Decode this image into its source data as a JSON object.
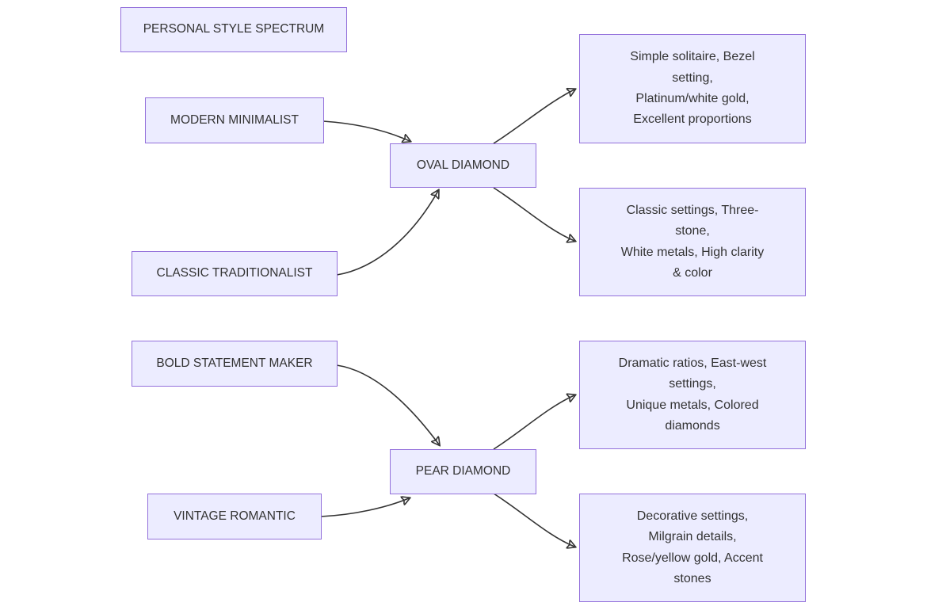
{
  "diagram": {
    "title": "PERSONAL STYLE SPECTRUM",
    "styles": [
      {
        "id": "modern-minimalist",
        "label": "MODERN MINIMALIST"
      },
      {
        "id": "classic-traditionalist",
        "label": "CLASSIC TRADITIONALIST"
      },
      {
        "id": "bold-statement-maker",
        "label": "BOLD STATEMENT MAKER"
      },
      {
        "id": "vintage-romantic",
        "label": "VINTAGE ROMANTIC"
      }
    ],
    "diamonds": [
      {
        "id": "oval-diamond",
        "label": "OVAL DIAMOND"
      },
      {
        "id": "pear-diamond",
        "label": "PEAR DIAMOND"
      }
    ],
    "recommendations": [
      {
        "id": "rec-1",
        "lines": [
          "Simple solitaire, Bezel",
          "setting,",
          "Platinum/white gold,",
          "Excellent proportions"
        ]
      },
      {
        "id": "rec-2",
        "lines": [
          "Classic settings, Three-",
          "stone,",
          "White metals, High clarity",
          "& color"
        ]
      },
      {
        "id": "rec-3",
        "lines": [
          "Dramatic ratios, East-west",
          "settings,",
          "Unique metals, Colored",
          "diamonds"
        ]
      },
      {
        "id": "rec-4",
        "lines": [
          "Decorative settings,",
          "Milgrain details,",
          "Rose/yellow gold, Accent",
          "stones"
        ]
      }
    ],
    "edges": [
      {
        "from": "modern-minimalist",
        "to": "oval-diamond"
      },
      {
        "from": "classic-traditionalist",
        "to": "oval-diamond"
      },
      {
        "from": "oval-diamond",
        "to": "rec-1"
      },
      {
        "from": "oval-diamond",
        "to": "rec-2"
      },
      {
        "from": "bold-statement-maker",
        "to": "pear-diamond"
      },
      {
        "from": "vintage-romantic",
        "to": "pear-diamond"
      },
      {
        "from": "pear-diamond",
        "to": "rec-3"
      },
      {
        "from": "pear-diamond",
        "to": "rec-4"
      }
    ],
    "colors": {
      "node_fill": "#ECECFF",
      "node_border": "#9370DB",
      "text": "#333333",
      "arrow": "#333333",
      "background": "#ffffff"
    }
  }
}
